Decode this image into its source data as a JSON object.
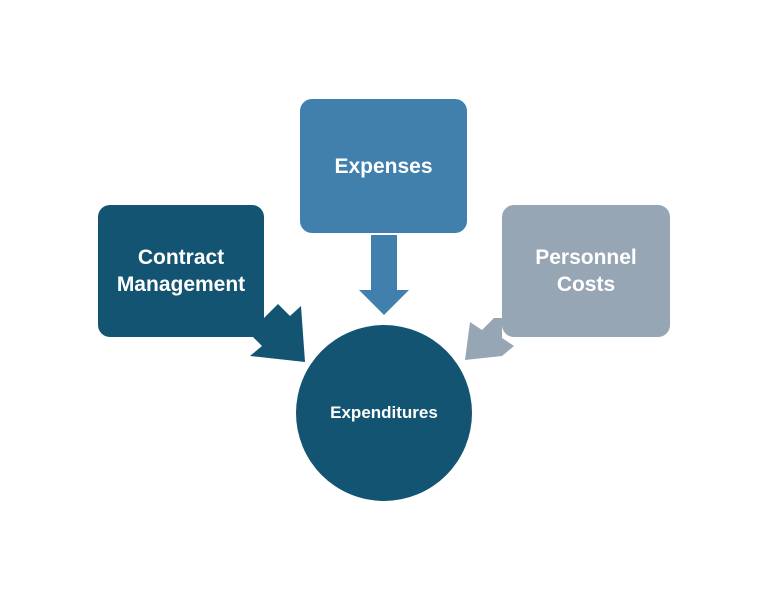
{
  "nodes": {
    "contract": "Contract Management",
    "expenses": "Expenses",
    "personnel": "Personnel Costs",
    "center": "Expenditures"
  },
  "colors": {
    "dark": "#135473",
    "mid": "#417fad",
    "grey": "#97a6b4"
  }
}
